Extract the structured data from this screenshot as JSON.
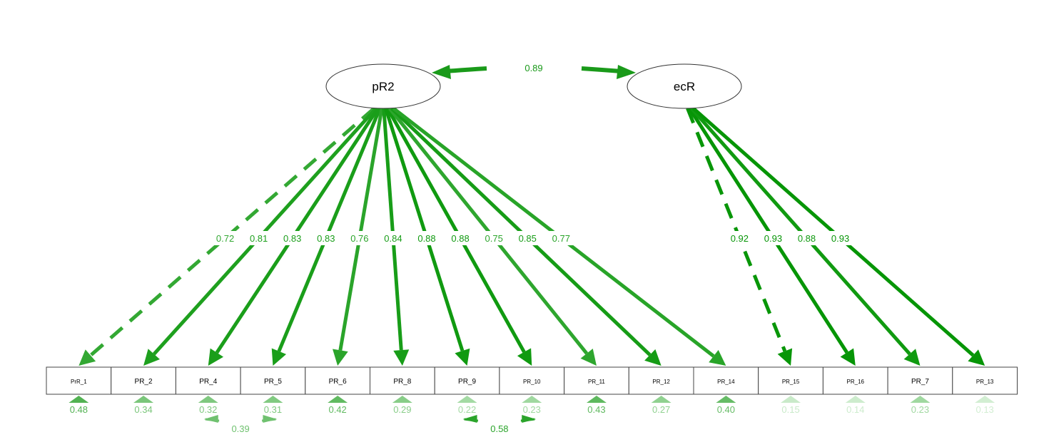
{
  "latents": [
    {
      "id": "pR2",
      "label": "pR2"
    },
    {
      "id": "ecR",
      "label": "ecR"
    }
  ],
  "latent_covariance": {
    "from": "pR2",
    "to": "ecR",
    "value": "0.89",
    "color": "#1a9a1a"
  },
  "indicators": [
    {
      "label": "PrR_1",
      "small": true,
      "residual": "0.48",
      "res_color": "#52b252"
    },
    {
      "label": "PR_2",
      "small": false,
      "residual": "0.34",
      "res_color": "#7ac67a"
    },
    {
      "label": "PR_4",
      "small": false,
      "residual": "0.32",
      "res_color": "#7fc87f"
    },
    {
      "label": "PR_5",
      "small": false,
      "residual": "0.31",
      "res_color": "#81ca81"
    },
    {
      "label": "PR_6",
      "small": false,
      "residual": "0.42",
      "res_color": "#61ba61"
    },
    {
      "label": "PR_8",
      "small": false,
      "residual": "0.29",
      "res_color": "#88cd88"
    },
    {
      "label": "PR_9",
      "small": false,
      "residual": "0.22",
      "res_color": "#a4daa4"
    },
    {
      "label": "PR_10",
      "small": true,
      "residual": "0.23",
      "res_color": "#a0d8a0"
    },
    {
      "label": "PR_11",
      "small": true,
      "residual": "0.43",
      "res_color": "#5fb95f"
    },
    {
      "label": "PR_12",
      "small": true,
      "residual": "0.27",
      "res_color": "#90d190"
    },
    {
      "label": "PR_14",
      "small": true,
      "residual": "0.40",
      "res_color": "#66bc66"
    },
    {
      "label": "PR_15",
      "small": true,
      "residual": "0.15",
      "res_color": "#c9eac9"
    },
    {
      "label": "PR_16",
      "small": true,
      "residual": "0.14",
      "res_color": "#cdeccd"
    },
    {
      "label": "PR_7",
      "small": false,
      "residual": "0.23",
      "res_color": "#a0d8a0"
    },
    {
      "label": "PR_13",
      "small": true,
      "residual": "0.13",
      "res_color": "#d2eed2"
    }
  ],
  "loadings": [
    {
      "latent": "pR2",
      "indicator": 0,
      "value": "0.72",
      "dashed": true,
      "color": "#33a833"
    },
    {
      "latent": "pR2",
      "indicator": 1,
      "value": "0.81",
      "dashed": false,
      "color": "#1ea01e"
    },
    {
      "latent": "pR2",
      "indicator": 2,
      "value": "0.83",
      "dashed": false,
      "color": "#1a9e1a"
    },
    {
      "latent": "pR2",
      "indicator": 3,
      "value": "0.83",
      "dashed": false,
      "color": "#1a9e1a"
    },
    {
      "latent": "pR2",
      "indicator": 4,
      "value": "0.76",
      "dashed": false,
      "color": "#2aa42a"
    },
    {
      "latent": "pR2",
      "indicator": 5,
      "value": "0.84",
      "dashed": false,
      "color": "#189d18"
    },
    {
      "latent": "pR2",
      "indicator": 6,
      "value": "0.88",
      "dashed": false,
      "color": "#109a10"
    },
    {
      "latent": "pR2",
      "indicator": 7,
      "value": "0.88",
      "dashed": false,
      "color": "#109a10"
    },
    {
      "latent": "pR2",
      "indicator": 8,
      "value": "0.75",
      "dashed": false,
      "color": "#2ea62e"
    },
    {
      "latent": "pR2",
      "indicator": 9,
      "value": "0.85",
      "dashed": false,
      "color": "#169c16"
    },
    {
      "latent": "pR2",
      "indicator": 10,
      "value": "0.77",
      "dashed": false,
      "color": "#28a428"
    },
    {
      "latent": "ecR",
      "indicator": 11,
      "value": "0.92",
      "dashed": true,
      "color": "#089608"
    },
    {
      "latent": "ecR",
      "indicator": 12,
      "value": "0.93",
      "dashed": false,
      "color": "#069506"
    },
    {
      "latent": "ecR",
      "indicator": 13,
      "value": "0.88",
      "dashed": false,
      "color": "#109a10"
    },
    {
      "latent": "ecR",
      "indicator": 14,
      "value": "0.93",
      "dashed": false,
      "color": "#069506"
    }
  ],
  "residual_covariances": [
    {
      "a": 2,
      "b": 3,
      "value": "0.39",
      "color": "#6fc16f"
    },
    {
      "a": 6,
      "b": 7,
      "value": "0.58",
      "color": "#2aa42a"
    }
  ]
}
